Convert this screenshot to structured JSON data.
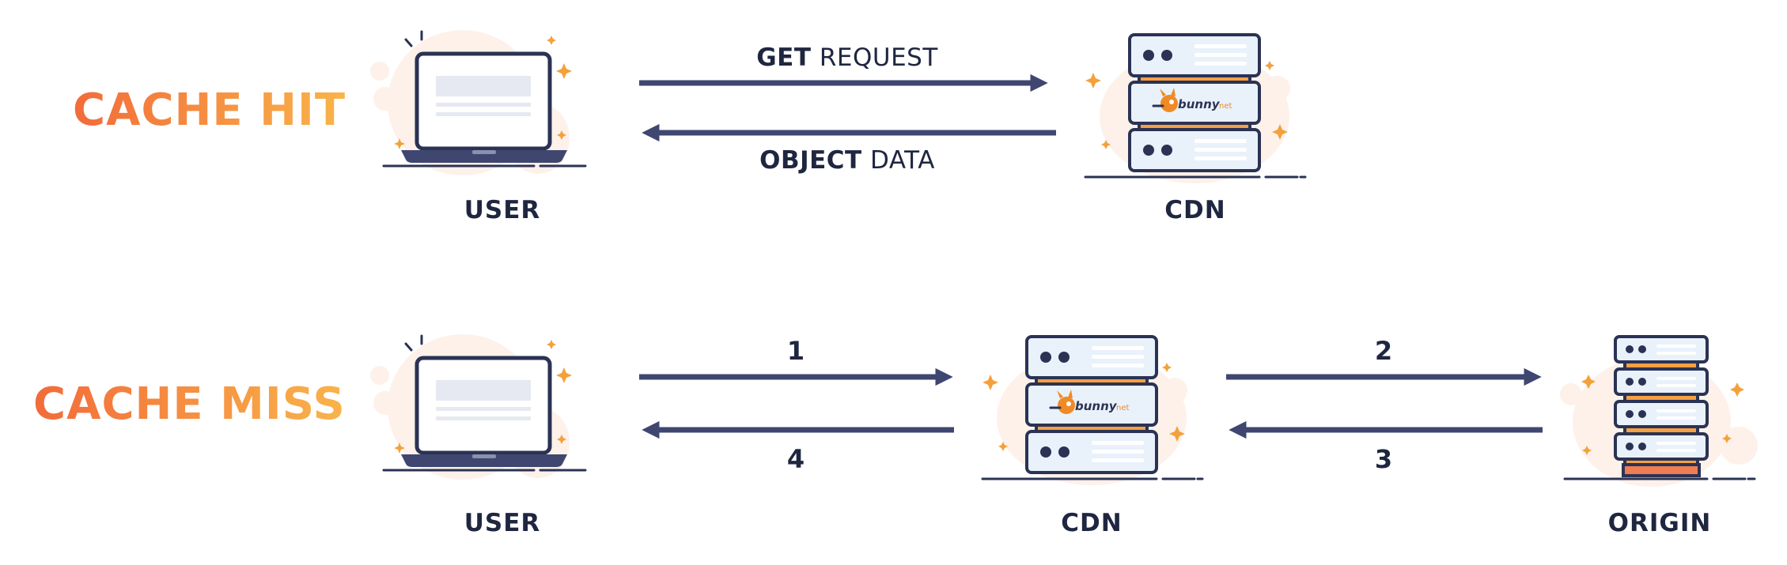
{
  "colors": {
    "heading_gradient_start": "#f26b3a",
    "heading_gradient_end": "#f9b44a",
    "arrow": "#3f4770",
    "outline": "#2b3354",
    "server_fill": "#e9f1fb",
    "server_core": "#f5a044",
    "origin_base": "#ef7d54",
    "sparkle": "#f4a13b",
    "blob": "#fdefe6"
  },
  "cache_hit": {
    "heading": "CACHE HIT",
    "user_label": "USER",
    "cdn_label": "CDN",
    "request_bold": "GET",
    "request_rest": " REQUEST",
    "response_bold": "OBJECT",
    "response_rest": " DATA",
    "cdn_brand": "bunny",
    "cdn_brand_suffix": "net"
  },
  "cache_miss": {
    "heading": "CACHE MISS",
    "user_label": "USER",
    "cdn_label": "CDN",
    "origin_label": "ORIGIN",
    "steps": [
      "1",
      "2",
      "3",
      "4"
    ],
    "cdn_brand": "bunny",
    "cdn_brand_suffix": "net"
  }
}
